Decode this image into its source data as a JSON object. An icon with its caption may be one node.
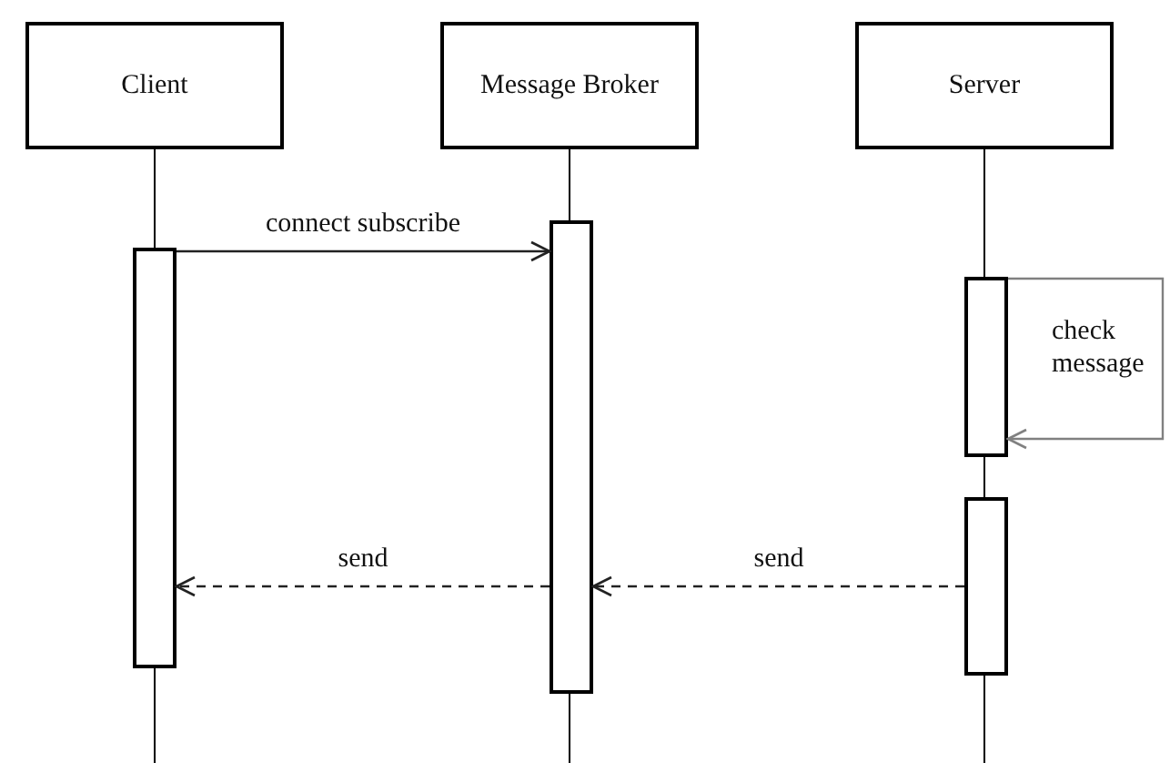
{
  "diagram": {
    "nodes": [
      {
        "text": [
          "Client"
        ]
      },
      {
        "text": [
          "Message Broker"
        ]
      },
      {
        "text": [
          "Server"
        ]
      },
      {
        "text": [],
        "shape": "bar"
      },
      {
        "text": [],
        "shape": "bar"
      },
      {
        "text": [],
        "shape": "bar"
      },
      {
        "text": [],
        "shape": "bar"
      }
    ],
    "edges": [
      {
        "from": 3,
        "to": 4,
        "arrow": "to",
        "label": "connect subscribe"
      },
      {
        "from": 5,
        "to": 5,
        "arrow": "to",
        "label": "check message",
        "color": "#808080"
      },
      {
        "from": 6,
        "to": 4,
        "arrow": "to",
        "label": "send",
        "style": "dashed"
      },
      {
        "from": 4,
        "to": 3,
        "arrow": "to",
        "label": "send",
        "style": "dashed"
      }
    ]
  }
}
